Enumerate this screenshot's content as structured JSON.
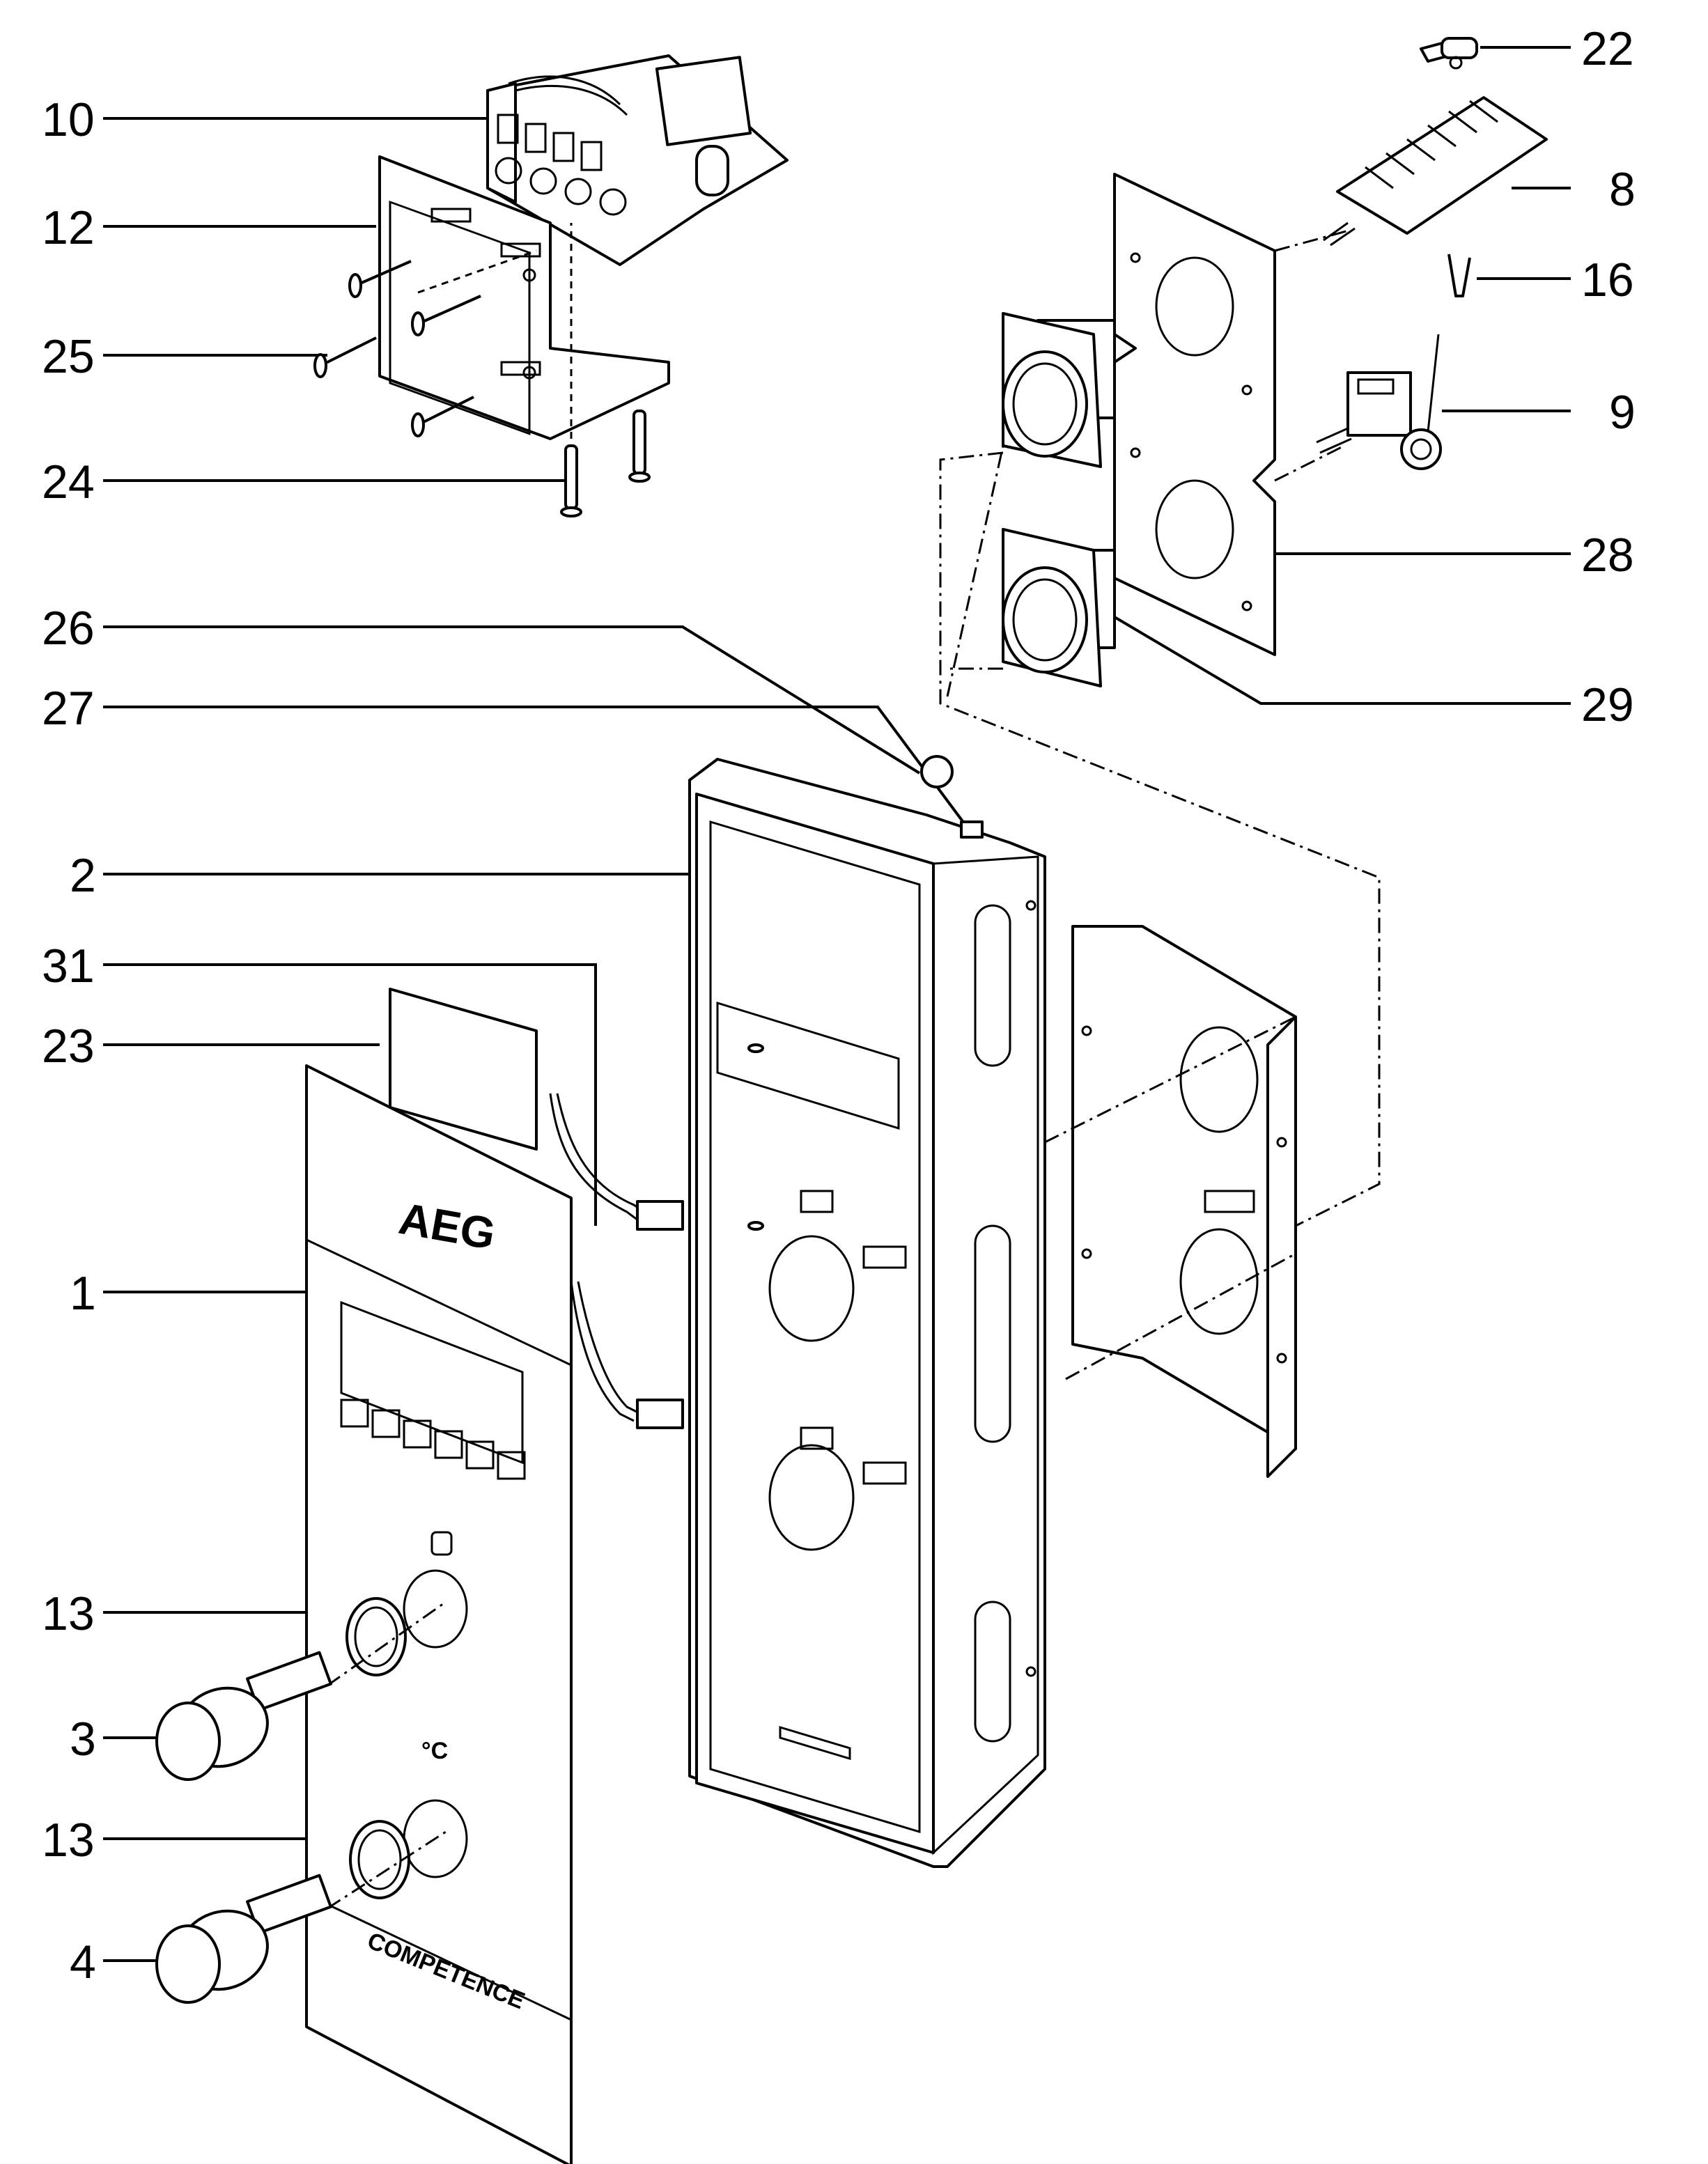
{
  "callouts": [
    {
      "id": "c10",
      "text": "10"
    },
    {
      "id": "c12",
      "text": "12"
    },
    {
      "id": "c25",
      "text": "25"
    },
    {
      "id": "c24",
      "text": "24"
    },
    {
      "id": "c26",
      "text": "26"
    },
    {
      "id": "c27",
      "text": "27"
    },
    {
      "id": "c2",
      "text": "2"
    },
    {
      "id": "c31",
      "text": "31"
    },
    {
      "id": "c23",
      "text": "23"
    },
    {
      "id": "c1",
      "text": "1"
    },
    {
      "id": "c13a",
      "text": "13"
    },
    {
      "id": "c3",
      "text": "3"
    },
    {
      "id": "c13b",
      "text": "13"
    },
    {
      "id": "c4",
      "text": "4"
    },
    {
      "id": "c22",
      "text": "22"
    },
    {
      "id": "c8",
      "text": "8"
    },
    {
      "id": "c16",
      "text": "16"
    },
    {
      "id": "c9",
      "text": "9"
    },
    {
      "id": "c28",
      "text": "28"
    },
    {
      "id": "c29",
      "text": "29"
    }
  ],
  "panel": {
    "brand": "AEG",
    "model": "COMPETENCE",
    "temp_symbol": "°C"
  }
}
